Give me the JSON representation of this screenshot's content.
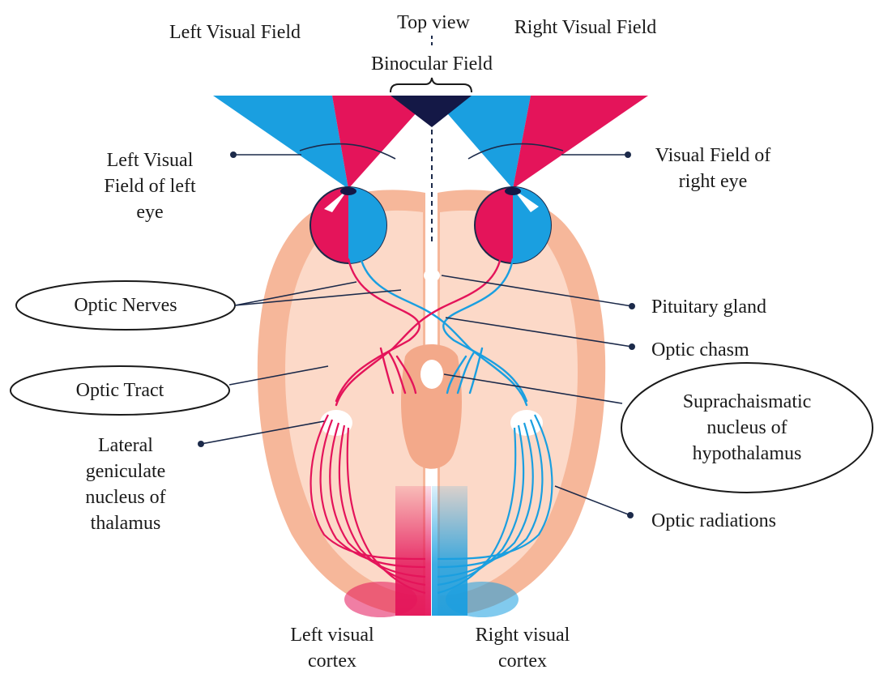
{
  "labels": {
    "top_view": "Top view",
    "left_visual_field": "Left Visual Field",
    "right_visual_field": "Right Visual Field",
    "binocular_field": "Binocular Field",
    "left_field_left_eye": [
      "Left Visual",
      "Field of left",
      "eye"
    ],
    "right_field_right_eye": [
      "Visual Field of",
      "right eye"
    ],
    "optic_nerves": "Optic Nerves",
    "pituitary_gland": "Pituitary gland",
    "optic_chasm": "Optic chasm",
    "optic_tract": "Optic Tract",
    "scn": [
      "Suprachaismatic",
      "nucleus of",
      "hypothalamus"
    ],
    "lgn": [
      "Lateral",
      "geniculate",
      "nucleus of",
      "thalamus"
    ],
    "optic_radiations": "Optic radiations",
    "left_cortex": [
      "Left visual",
      "cortex"
    ],
    "right_cortex": [
      "Right visual",
      "cortex"
    ]
  },
  "colors": {
    "left_field": "#e4145a",
    "right_field": "#1a9fe0",
    "binocular": "#141846",
    "brain_outer": "#f6b79a",
    "brain_inner": "#fcd9c8",
    "pointer": "#1c2a4a"
  }
}
